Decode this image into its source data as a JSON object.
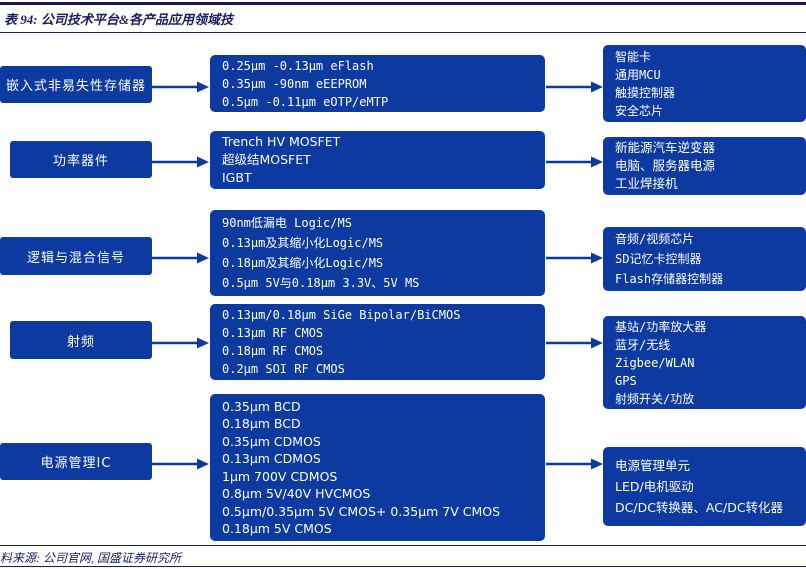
{
  "header": {
    "title": "表 94: 公司技术平台&各产品应用领域技"
  },
  "footer": {
    "source": "料来源: 公司官网, 国盛证券研究所"
  },
  "colors": {
    "box_blue": "#0c3aa0",
    "line_navy": "#1b1b62",
    "box_text": "#ffffff"
  },
  "diagram": {
    "rows": [
      {
        "category": "嵌入式非易失性存储器",
        "technologies": [
          "0.25μm -0.13μm eFlash",
          "0.35μm -90nm eEEPROM",
          "0.5μm -0.11μm eOTP/eMTP"
        ],
        "applications": [
          "智能卡",
          "通用MCU",
          "触摸控制器",
          "安全芯片"
        ]
      },
      {
        "category": "功率器件",
        "technologies": [
          "Trench HV MOSFET",
          "超级结MOSFET",
          "IGBT"
        ],
        "applications": [
          "新能源汽车逆变器",
          "电脑、服务器电源",
          "工业焊接机"
        ]
      },
      {
        "category": "逻辑与混合信号",
        "technologies": [
          "90nm低漏电 Logic/MS",
          "0.13μm及其缩小化Logic/MS",
          "0.18μm及其缩小化Logic/MS",
          "0.5μm 5V与0.18μm 3.3V、5V MS"
        ],
        "applications": [
          "音频/视频芯片",
          "SD记忆卡控制器",
          "Flash存储器控制器"
        ]
      },
      {
        "category": "射频",
        "technologies": [
          "0.13μm/0.18μm SiGe Bipolar/BiCMOS",
          "0.13μm RF CMOS",
          "0.18μm RF CMOS",
          "0.2μm SOI RF CMOS"
        ],
        "applications": [
          "基站/功率放大器",
          "蓝牙/无线",
          "Zigbee/WLAN",
          "GPS",
          "射频开关/功放"
        ]
      },
      {
        "category": "电源管理IC",
        "technologies": [
          "0.35μm BCD",
          "0.18μm BCD",
          "0.35μm CDMOS",
          "0.13μm CDMOS",
          "1μm 700V CDMOS",
          "0.8μm 5V/40V HVCMOS",
          "0.5μm/0.35μm 5V CMOS+ 0.35μm 7V CMOS",
          "0.18μm 5V CMOS"
        ],
        "applications": [
          "电源管理单元",
          "LED/电机驱动",
          "DC/DC转换器、AC/DC转化器"
        ]
      }
    ]
  }
}
